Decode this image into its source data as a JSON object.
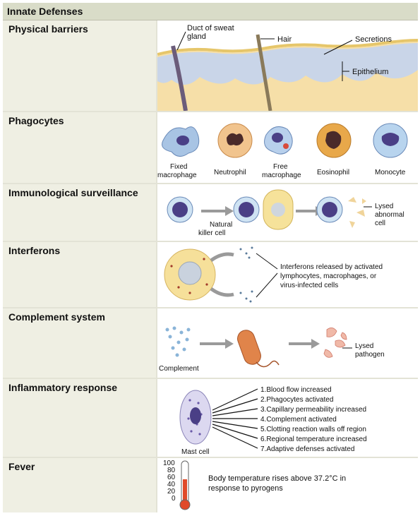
{
  "header": "Innate Defenses",
  "rows": [
    {
      "label": "Physical barriers"
    },
    {
      "label": "Phagocytes"
    },
    {
      "label": "Immunological surveillance"
    },
    {
      "label": "Interferons"
    },
    {
      "label": "Complement system"
    },
    {
      "label": "Inflammatory response"
    },
    {
      "label": "Fever"
    }
  ],
  "barriers": {
    "duct": [
      "Duct of sweat",
      "gland"
    ],
    "hair": "Hair",
    "secretions": "Secretions",
    "epithelium": "Epithelium"
  },
  "phagocytes": {
    "fixed": [
      "Fixed",
      "macrophage"
    ],
    "neutrophil": "Neutrophil",
    "free": [
      "Free",
      "macrophage"
    ],
    "eosinophil": "Eosinophil",
    "monocyte": "Monocyte"
  },
  "surveillance": {
    "nk": [
      "Natural",
      "killer cell"
    ],
    "lysed": [
      "Lysed",
      "abnormal",
      "cell"
    ]
  },
  "interferons": {
    "text": [
      "Interferons released by activated",
      "lymphocytes, macrophages, or",
      "virus-infected cells"
    ]
  },
  "complement": {
    "label": "Complement",
    "lysed": [
      "Lysed",
      "pathogen"
    ]
  },
  "inflammation": {
    "mast": "Mast cell",
    "items": [
      "1.Blood flow increased",
      "2.Phagocytes activated",
      "3.Capillary permeability increased",
      "4.Complement activated",
      "5.Clotting reaction walls off region",
      "6.Regional temperature increased",
      "7.Adaptive defenses activated"
    ]
  },
  "fever": {
    "ticks": [
      "100",
      "80",
      "60",
      "40",
      "20",
      "0"
    ],
    "text": [
      "Body temperature rises above 37.2°C in",
      "response to pyrogens"
    ]
  },
  "colors": {
    "header_bg": "#d9dcc8",
    "label_bg": "#efefe3",
    "skin": "#f6dfa8",
    "epithelium": "#c9d5e8",
    "cell_blue": "#aacbe8",
    "nucleus": "#4a3f86",
    "orange": "#e8a84a",
    "thermo_red": "#e04a2a"
  }
}
